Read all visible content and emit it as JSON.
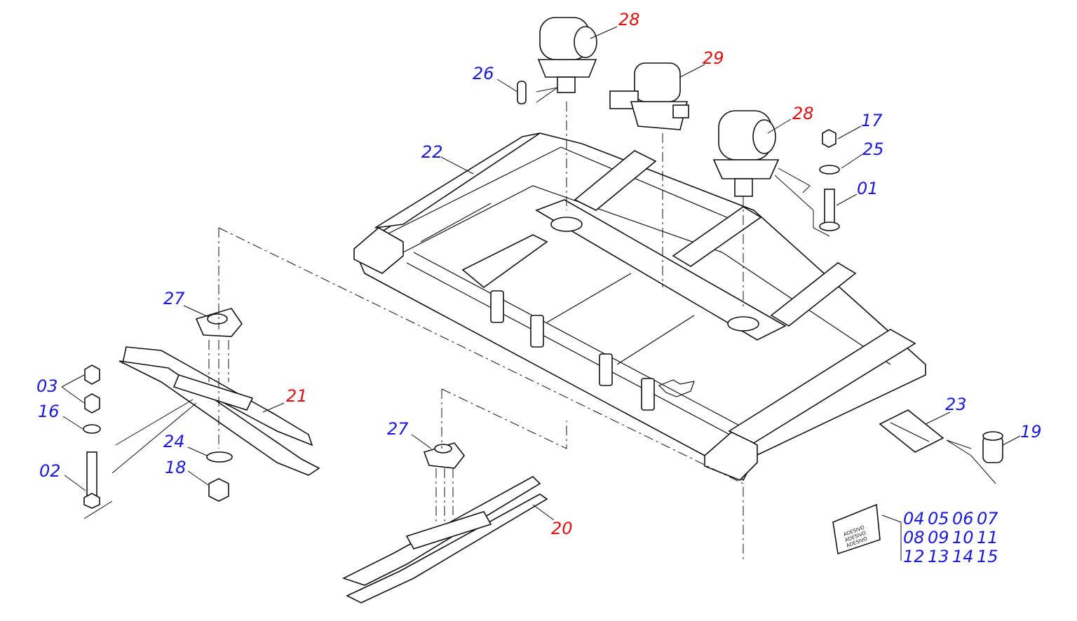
{
  "callouts": {
    "c28a": {
      "text": "28",
      "color": "#dd1111"
    },
    "c29": {
      "text": "29",
      "color": "#dd1111"
    },
    "c28b": {
      "text": "28",
      "color": "#dd1111"
    },
    "c26": {
      "text": "26",
      "color": "#1a1ad6"
    },
    "c22": {
      "text": "22",
      "color": "#1a1ad6"
    },
    "c17": {
      "text": "17",
      "color": "#1a1ad6"
    },
    "c25": {
      "text": "25",
      "color": "#1a1ad6"
    },
    "c01": {
      "text": "01",
      "color": "#1a1ad6"
    },
    "c27a": {
      "text": "27",
      "color": "#1a1ad6"
    },
    "c27b": {
      "text": "27",
      "color": "#1a1ad6"
    },
    "c03": {
      "text": "03",
      "color": "#1a1ad6"
    },
    "c16": {
      "text": "16",
      "color": "#1a1ad6"
    },
    "c02": {
      "text": "02",
      "color": "#1a1ad6"
    },
    "c21": {
      "text": "21",
      "color": "#dd1111"
    },
    "c24": {
      "text": "24",
      "color": "#1a1ad6"
    },
    "c18": {
      "text": "18",
      "color": "#1a1ad6"
    },
    "c20": {
      "text": "20",
      "color": "#dd1111"
    },
    "c23": {
      "text": "23",
      "color": "#1a1ad6"
    },
    "c19": {
      "text": "19",
      "color": "#1a1ad6"
    }
  },
  "sticker_group": {
    "sticker_lines": [
      "ADESIVO",
      "ADESIVO",
      "ADESIVO"
    ],
    "rows": [
      [
        "04",
        "05",
        "06",
        "07"
      ],
      [
        "08",
        "09",
        "10",
        "11"
      ],
      [
        "12",
        "13",
        "14",
        "15"
      ]
    ],
    "color": "#1a1ad6"
  },
  "colors": {
    "red_callout": "#dd1111",
    "blue_callout": "#1a1ad6",
    "line": "#111111"
  }
}
